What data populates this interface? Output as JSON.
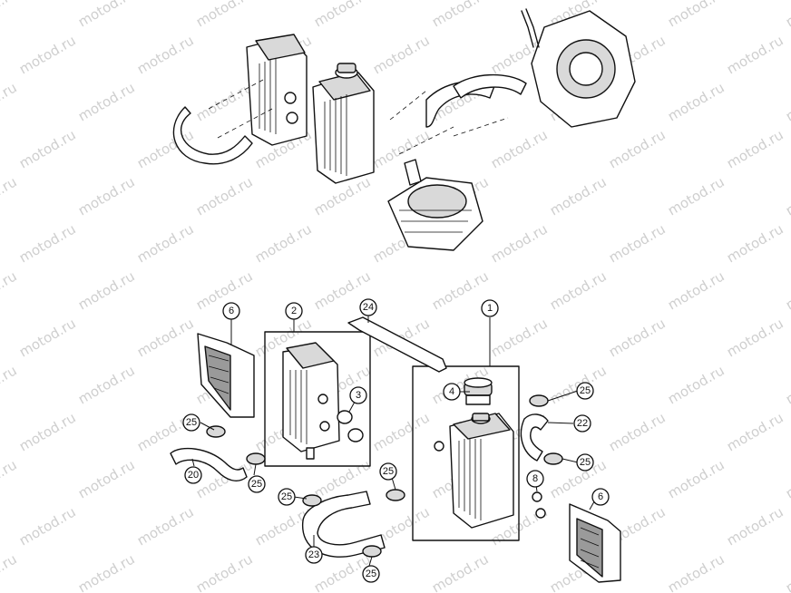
{
  "watermark": "motod.ru",
  "callouts": [
    {
      "id": "c1",
      "label": "1"
    },
    {
      "id": "c2",
      "label": "2"
    },
    {
      "id": "c3",
      "label": "3"
    },
    {
      "id": "c4",
      "label": "4"
    },
    {
      "id": "c6a",
      "label": "6"
    },
    {
      "id": "c6b",
      "label": "6"
    },
    {
      "id": "c8",
      "label": "8"
    },
    {
      "id": "c20",
      "label": "20"
    },
    {
      "id": "c22",
      "label": "22"
    },
    {
      "id": "c23",
      "label": "23"
    },
    {
      "id": "c24",
      "label": "24"
    },
    {
      "id": "c25a",
      "label": "25"
    },
    {
      "id": "c25b",
      "label": "25"
    },
    {
      "id": "c25c",
      "label": "25"
    },
    {
      "id": "c25d",
      "label": "25"
    },
    {
      "id": "c25e",
      "label": "25"
    },
    {
      "id": "c25f",
      "label": "25"
    },
    {
      "id": "c25g",
      "label": "25"
    }
  ]
}
